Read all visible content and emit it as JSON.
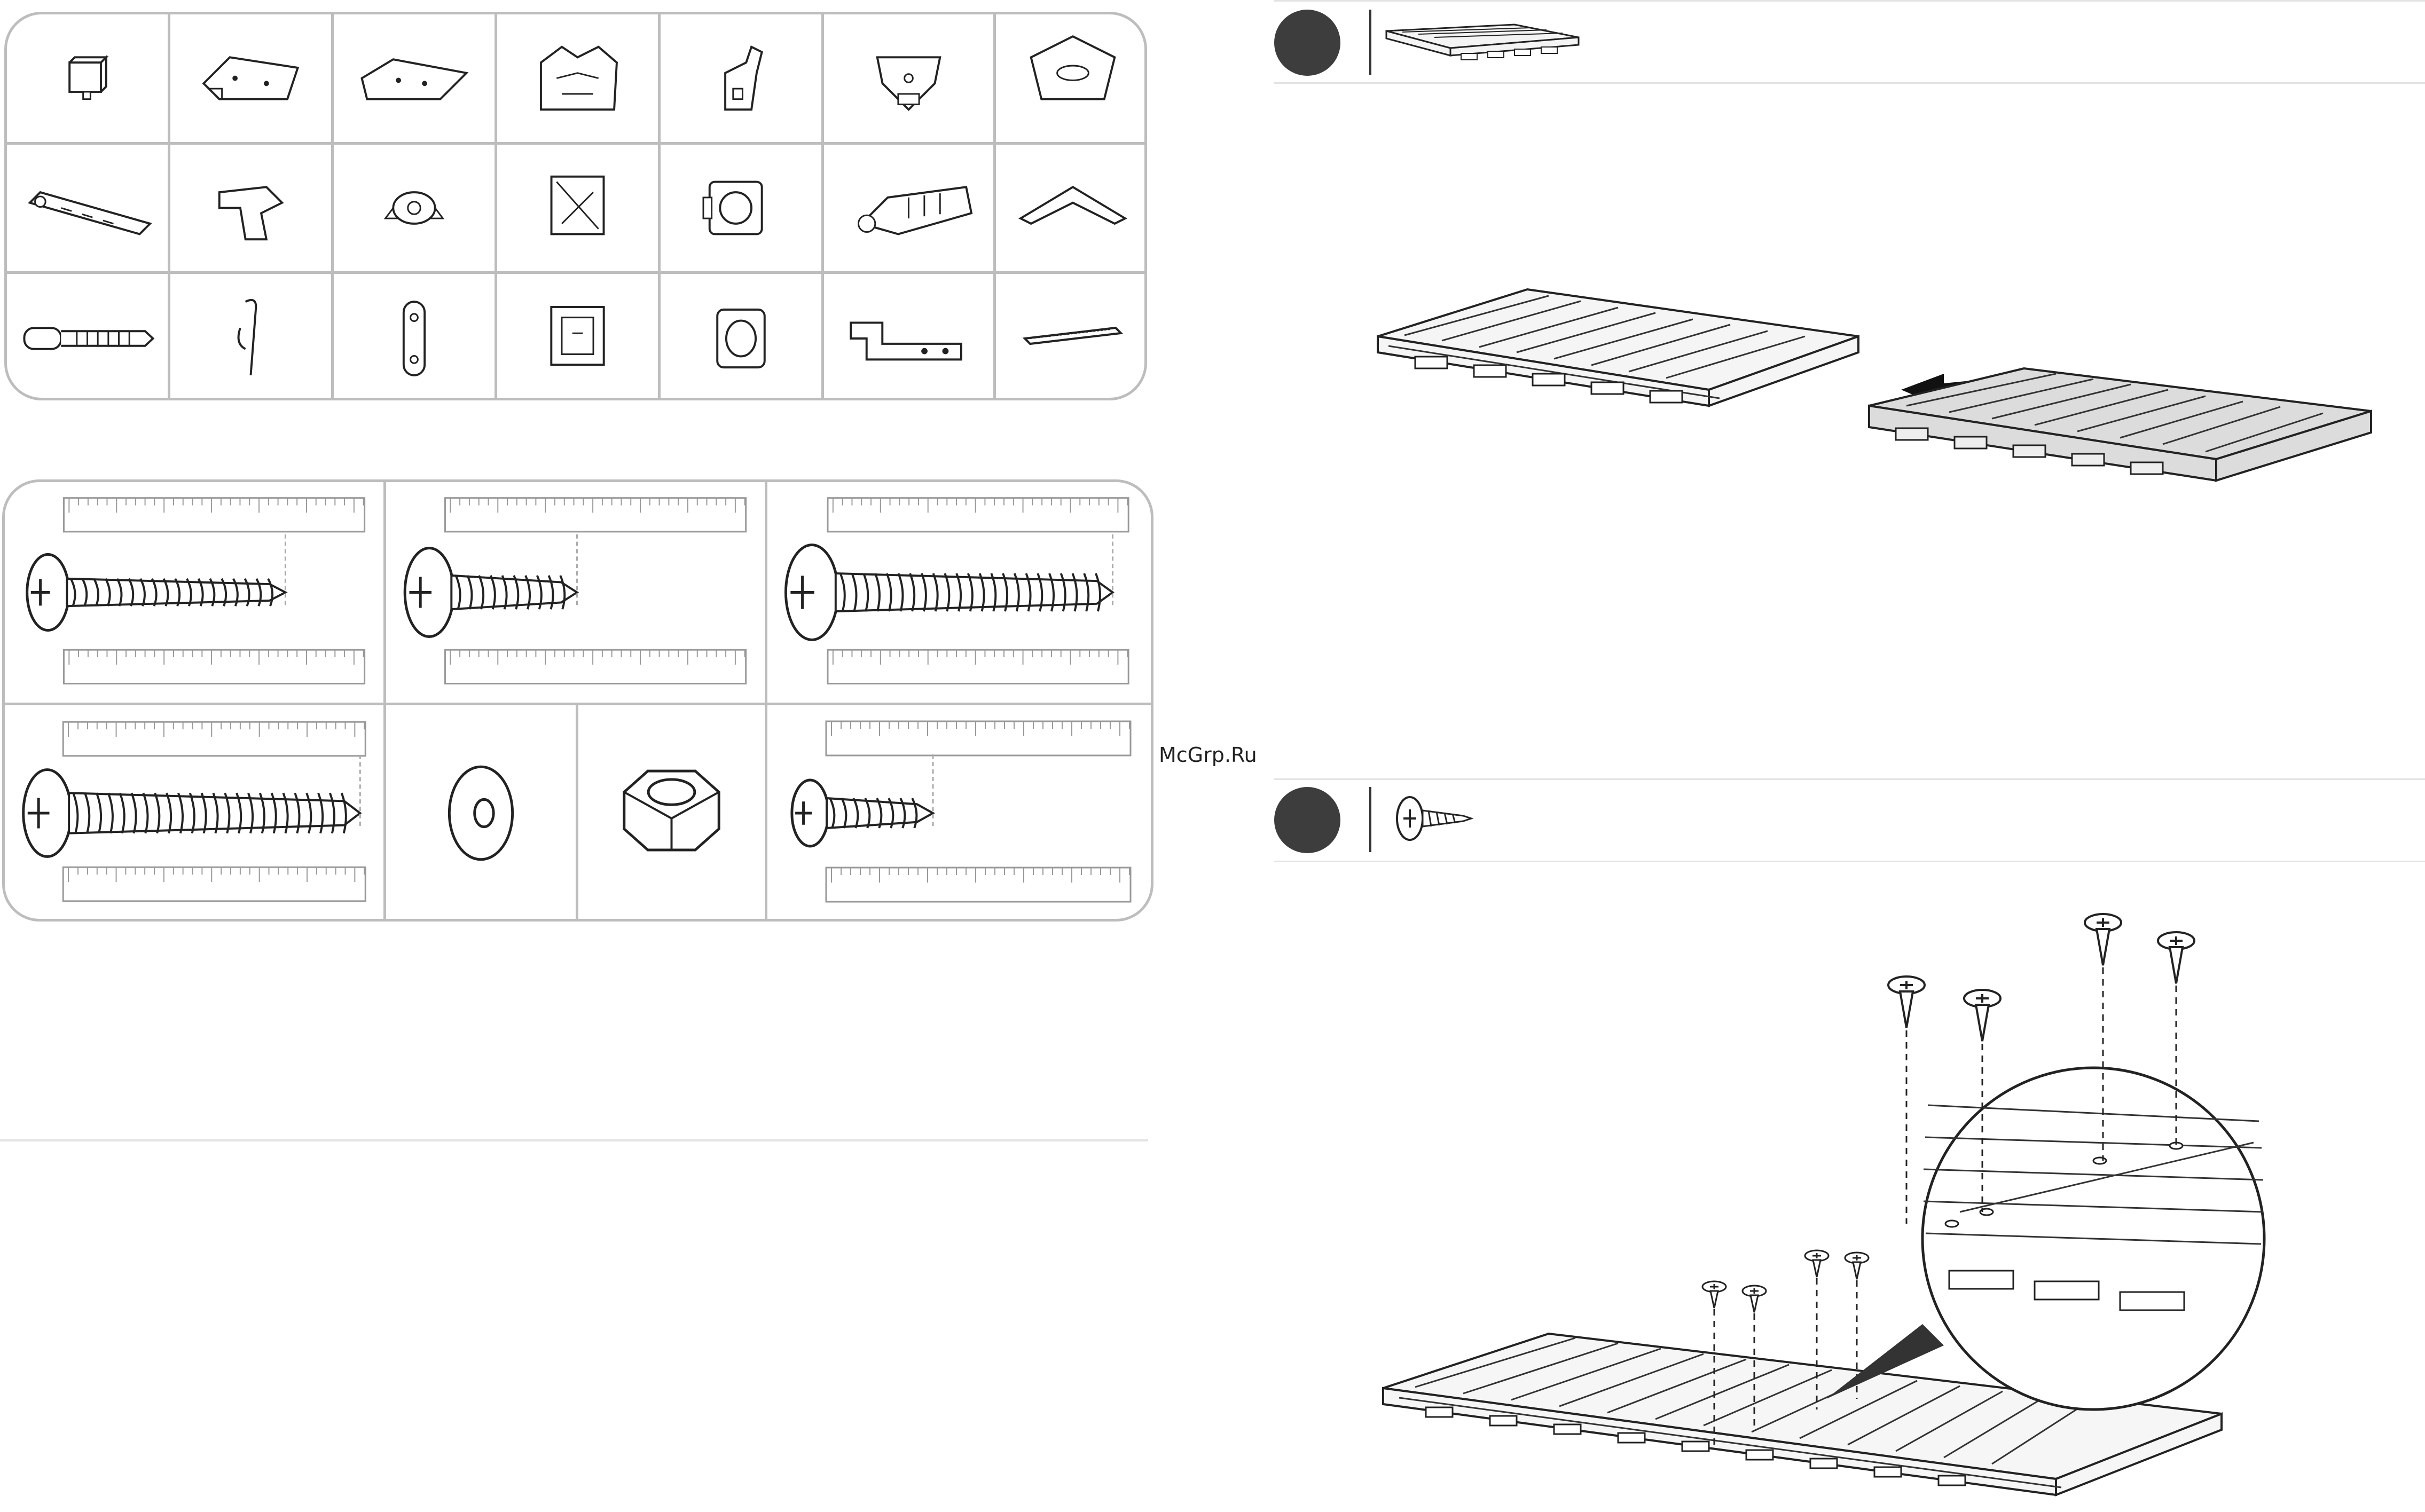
{
  "watermark": "McGrp.Ru",
  "parts_panel": {
    "rows": 3,
    "cols": 7,
    "items": [
      {
        "icon": "cube-bracket-icon"
      },
      {
        "icon": "flat-plate-icon"
      },
      {
        "icon": "angled-plate-icon"
      },
      {
        "icon": "double-clip-icon"
      },
      {
        "icon": "hook-clip-icon"
      },
      {
        "icon": "corner-bracket-icon"
      },
      {
        "icon": "pentagon-cap-icon"
      },
      {
        "icon": "flex-strap-icon"
      },
      {
        "icon": "angle-connector-icon"
      },
      {
        "icon": "ring-connector-icon"
      },
      {
        "icon": "square-clip-icon"
      },
      {
        "icon": "round-plate-icon"
      },
      {
        "icon": "rail-connector-icon"
      },
      {
        "icon": "roof-peak-icon"
      },
      {
        "icon": "threaded-pin-icon"
      },
      {
        "icon": "spring-pin-icon"
      },
      {
        "icon": "link-plate-icon"
      },
      {
        "icon": "square-socket-icon"
      },
      {
        "icon": "round-socket-icon"
      },
      {
        "icon": "latch-plate-icon"
      },
      {
        "icon": "gasket-strip-icon"
      }
    ]
  },
  "hardware_panel": {
    "items": [
      {
        "icon": "long-washer-head-screw-icon"
      },
      {
        "icon": "short-pan-head-screw-icon"
      },
      {
        "icon": "long-pan-head-screw-icon"
      },
      {
        "icon": "wood-screw-icon"
      },
      {
        "icon": "flat-washer-icon"
      },
      {
        "icon": "hex-nut-icon"
      },
      {
        "icon": "small-pan-head-screw-icon"
      }
    ]
  },
  "steps": [
    {
      "icon": "floor-panel-icon",
      "illustration": "floor-panels-join-icon"
    },
    {
      "icon": "small-screw-icon",
      "illustration": "floor-screw-fastening-icon"
    }
  ]
}
